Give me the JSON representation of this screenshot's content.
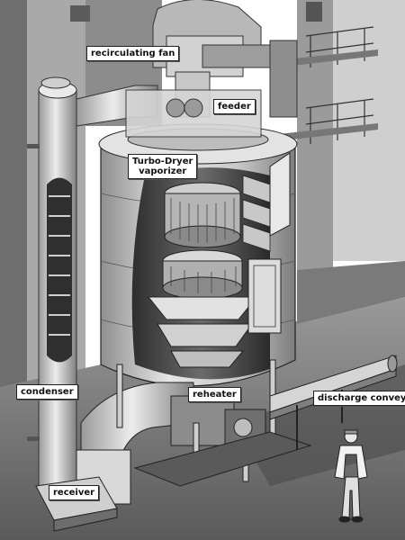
{
  "labels": {
    "recirculating_fan": "recirculating fan",
    "feeder": "feeder",
    "vaporizer_line1": "Turbo-Dryer",
    "vaporizer_line2": "vaporizer",
    "condenser": "condenser",
    "reheater": "reheater",
    "discharge_conveyor": "discharge conveyor",
    "receiver": "receiver"
  },
  "palette": {
    "paper": "#ffffff",
    "ink": "#1a1a1a",
    "metal_light": "#d9d9d9",
    "metal_mid": "#a8a8a8",
    "metal_dark": "#3a3a3a"
  }
}
